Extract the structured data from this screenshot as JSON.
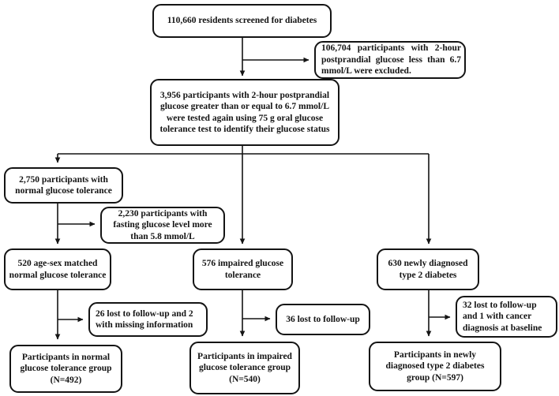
{
  "colors": {
    "box_border": "#141414",
    "text": "#141414",
    "line": "#141414",
    "background": "#ffffff"
  },
  "nodes": {
    "screened": {
      "text": "110,660 residents screened for diabetes"
    },
    "excl_postpr": {
      "text": "106,704 participants with 2-hour postprandial glucose less than 6.7 mmol/L were excluded."
    },
    "tested": {
      "text": "3,956 participants with 2-hour postprandial glucose greater than or equal to 6.7 mmol/L were tested again using 75 g oral glucose tolerance test to identify their glucose status"
    },
    "ngt2750": {
      "text": "2,750 participants with normal glucose tolerance"
    },
    "excl_fasting": {
      "text": "2,230 participants with fasting glucose level more than 5.8 mmol/L"
    },
    "matched520": {
      "text": "520 age-sex matched normal glucose tolerance"
    },
    "igt576": {
      "text": "576 impaired glucose tolerance"
    },
    "t2d630": {
      "text": "630 newly diagnosed type 2 diabetes"
    },
    "lost_ngt": {
      "text": "26 lost to follow-up and 2 with missing information"
    },
    "lost_igt": {
      "text": "36 lost to follow-up"
    },
    "lost_t2d": {
      "text": "32 lost to follow-up and 1 with cancer diagnosis at baseline"
    },
    "final_ngt": {
      "text": "Participants in normal glucose tolerance group (N=492)"
    },
    "final_igt": {
      "text": "Participants in impaired glucose tolerance group (N=540)"
    },
    "final_t2d": {
      "text": "Participants in newly diagnosed type 2 diabetes group (N=597)"
    }
  }
}
